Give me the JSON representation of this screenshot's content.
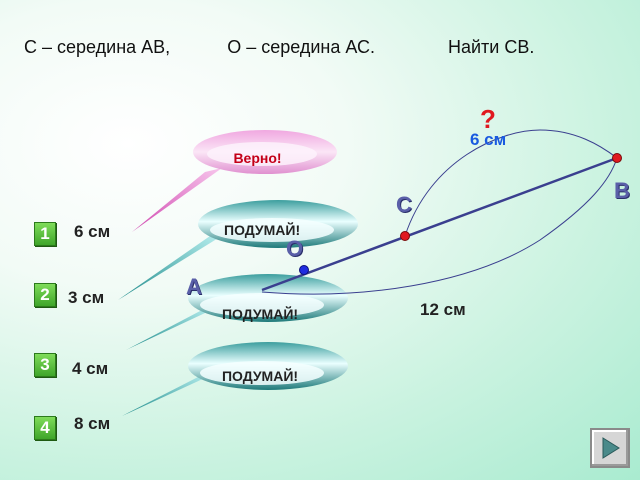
{
  "task": {
    "part1": "С – середина АВ,",
    "part2": "О – середина АС.",
    "part3": "Найти СВ."
  },
  "points": {
    "A": "А",
    "B": "В",
    "C": "С",
    "O": "О"
  },
  "segment_labels": {
    "cb": "6 см",
    "question": "?",
    "ab": "12 см"
  },
  "bubbles": {
    "correct": "Верно!",
    "think": "ПОДУМАЙ!"
  },
  "answers": [
    {
      "num": "1",
      "text": "6 см"
    },
    {
      "num": "2",
      "text": "3 см"
    },
    {
      "num": "3",
      "text": "4 см"
    },
    {
      "num": "4",
      "text": "8 см"
    }
  ],
  "colors": {
    "segment": "#3a3f8f",
    "point": "#e0191f",
    "point_o": "#1f2de0",
    "question": "#e0191f",
    "cb_label": "#1a5ae0"
  },
  "icons": {
    "next": "next-slide-icon"
  }
}
